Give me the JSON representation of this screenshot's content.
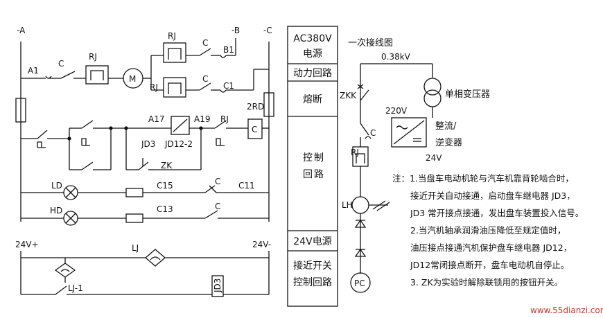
{
  "circuit_labels": {
    "bus_a": "-A",
    "bus_b": "-B",
    "bus_c": "-C",
    "a1": "A1",
    "c_top": "C",
    "rj_top": "RJ",
    "motor": "M",
    "rj_upper": "RJ",
    "c_upper": "C",
    "b1": "B1",
    "rj_lower": "RJ",
    "c_lower": "C",
    "c1": "C1",
    "rd2": "2RD",
    "a17": "A17",
    "a19": "A19",
    "rj_ctrl": "RJ",
    "c_box": "C",
    "jd3": "JD3",
    "jd12_2": "JD12-2",
    "zk": "ZK",
    "ld": "LD",
    "c15": "C15",
    "c_ld": "C",
    "c11": "C11",
    "hd": "HD",
    "c13": "C13",
    "c_hd": "C",
    "v24_plus": "24V+",
    "v24_minus": "24V-",
    "lj": "LJ",
    "lj1": "LJ-1",
    "jd3_box": "JD3"
  },
  "sections": {
    "ac380_line1": "AC380V",
    "ac380_line2": "电源",
    "power_loop": "动力回路",
    "fuse": "熔断",
    "ctrl_line1": "控",
    "ctrl_line2": "制",
    "ctrl_line3": "回",
    "ctrl_line4": "路",
    "v24_source": "24V电源",
    "prox_line1": "接近开关",
    "prox_line2": "控制回路"
  },
  "one_line": {
    "title": "一次接线图",
    "voltage": "0.38kV",
    "zkk": "ZKK",
    "transformer": "单相变压器",
    "v220": "220V",
    "c": "C",
    "rect_line1": "整流/",
    "rect_line2": "逆变器",
    "v24": "24V",
    "rj": "RJ",
    "lh": "LH",
    "pc": "PC"
  },
  "notes": {
    "line1": "注：1.当盘车电动机轮与汽车机靠背轮啮合时，",
    "line2": "接近开关自动接通，启动盘车继电器 JD3，",
    "line3": "JD3 常开接点接通，发出盘车装置投入信号。",
    "line4": "2.当汽机轴承润滑油压降低至规定值时，",
    "line5": "油压接点接通汽机保护盘车继电器 JD12，",
    "line6": "JD12常闭接点断开，盘车电动机自停止。",
    "line7": "3. ZK为实验时解除联锁用的按钮开关。"
  },
  "watermark": "www.55dianzi.com",
  "colors": {
    "ink": "#111111",
    "watermark": "#c0392b"
  }
}
